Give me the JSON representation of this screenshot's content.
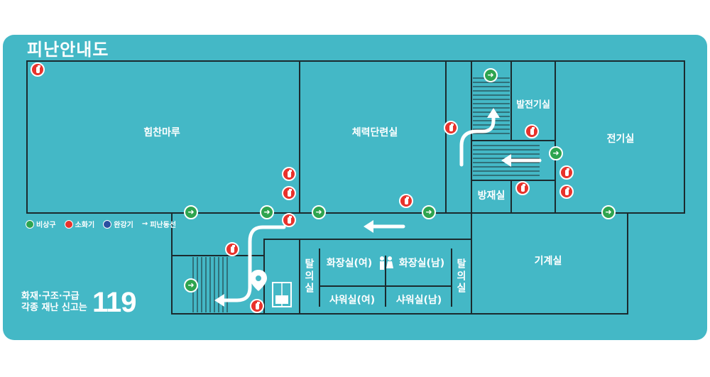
{
  "title": "피난안내도",
  "rooms": {
    "himchan": "힘찬마루",
    "training": "체력단련실",
    "generator": "발전기실",
    "electric": "전기실",
    "disaster": "방재실",
    "machine": "기계실",
    "restroom_f": "화장실(여)",
    "restroom_m": "화장실(남)",
    "shower_f": "샤워실(여)",
    "shower_m": "샤워실(남)",
    "locker_left": "탈의실",
    "locker_right": "탈의실"
  },
  "legend": {
    "exit": "비상구",
    "extinguisher": "소화기",
    "descender": "완강기",
    "route": "피난동선"
  },
  "report": {
    "line1": "화재·구조·구급",
    "line2": "각종 재난 신고는",
    "number": "119"
  },
  "colors": {
    "background": "#44b8c6",
    "wall": "#1a1a1a",
    "extinguisher": "#e8322b",
    "exit": "#2ea44f"
  }
}
